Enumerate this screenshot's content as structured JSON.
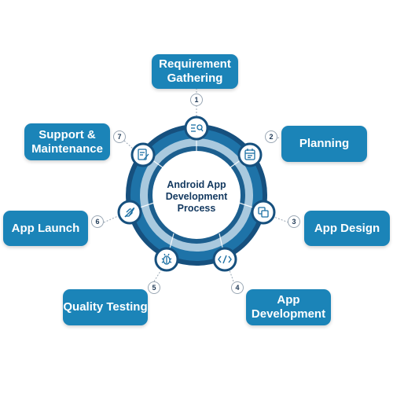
{
  "center": {
    "title": "Android App\nDevelopment\nProcess"
  },
  "steps": [
    {
      "number": "1",
      "label": "Requirement\nGathering",
      "icon": "search-list-icon"
    },
    {
      "number": "2",
      "label": "Planning",
      "icon": "calendar-icon"
    },
    {
      "number": "3",
      "label": "App Design",
      "icon": "overlap-squares-icon"
    },
    {
      "number": "4",
      "label": "App\nDevelopment",
      "icon": "code-icon"
    },
    {
      "number": "5",
      "label": "Quality Testing",
      "icon": "bug-icon"
    },
    {
      "number": "6",
      "label": "App Launch",
      "icon": "rocket-icon"
    },
    {
      "number": "7",
      "label": "Support &\nMaintenance",
      "icon": "document-edit-icon"
    }
  ],
  "colors": {
    "box": "#1b84b8",
    "ring_outer": "#16507e",
    "ring_band": "#1e73a8",
    "ring_light": "#a9c9de",
    "center_text": "#12385f"
  }
}
